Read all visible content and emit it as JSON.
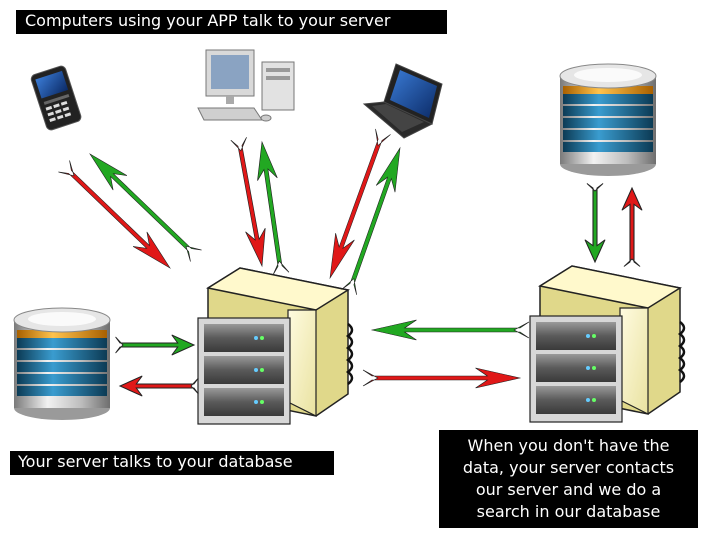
{
  "labels": {
    "top": "Computers using your APP talk to your server",
    "left": "Your server talks to your database",
    "right_lines": [
      "When you don't have the",
      "data, your server contacts",
      "our server and we do a",
      "search in our database"
    ]
  },
  "colors": {
    "request_arrow": "#e01818",
    "response_arrow": "#22a822",
    "label_background": "#000000",
    "label_text": "#ffffff",
    "server_case": "#f7f2b8",
    "database_disk": "#1f6d93",
    "database_ring": "#f0a020"
  },
  "icons": {
    "phone": "mobile-phone-icon",
    "desktop": "desktop-computer-icon",
    "laptop": "laptop-icon",
    "your_server": "server-rack-icon",
    "our_server": "server-rack-icon",
    "your_database": "database-icon",
    "our_database": "database-icon"
  }
}
